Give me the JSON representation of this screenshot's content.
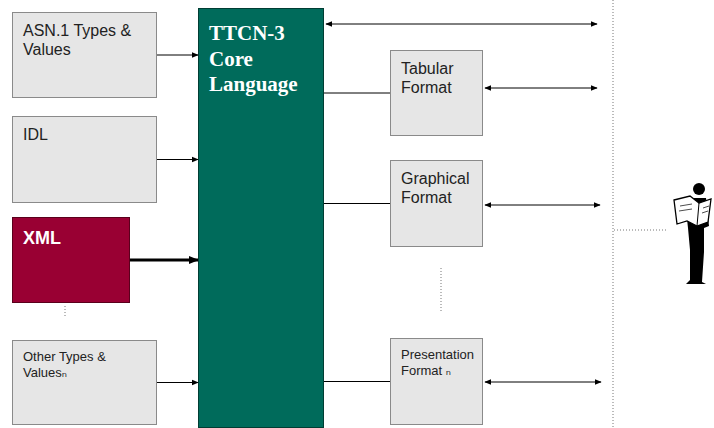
{
  "diagram": {
    "nodes": [
      {
        "text": [
          "ASN.1 Types & Values"
        ]
      },
      {
        "text": [
          "IDL"
        ]
      },
      {
        "text": [
          "XML"
        ]
      },
      {
        "text": [
          "Other Types & Valuesₙ"
        ]
      },
      {
        "text": [
          "TTCN-3 Core Language"
        ]
      },
      {
        "text": [
          "Tabular Format"
        ]
      },
      {
        "text": [
          "Graphical Format"
        ]
      },
      {
        "text": [
          "Presentation Format ₙ"
        ]
      }
    ],
    "edges": [
      {
        "from": 0,
        "to": 4,
        "arrow": "to"
      },
      {
        "from": 1,
        "to": 4,
        "arrow": "to"
      },
      {
        "from": 2,
        "to": 4,
        "arrow": "to"
      },
      {
        "from": 3,
        "to": 4,
        "arrow": "to"
      },
      {
        "from": 4,
        "to": 5,
        "arrow": "none"
      },
      {
        "from": 4,
        "to": 6,
        "arrow": "none"
      },
      {
        "from": 4,
        "to": 7,
        "arrow": "none"
      }
    ]
  }
}
